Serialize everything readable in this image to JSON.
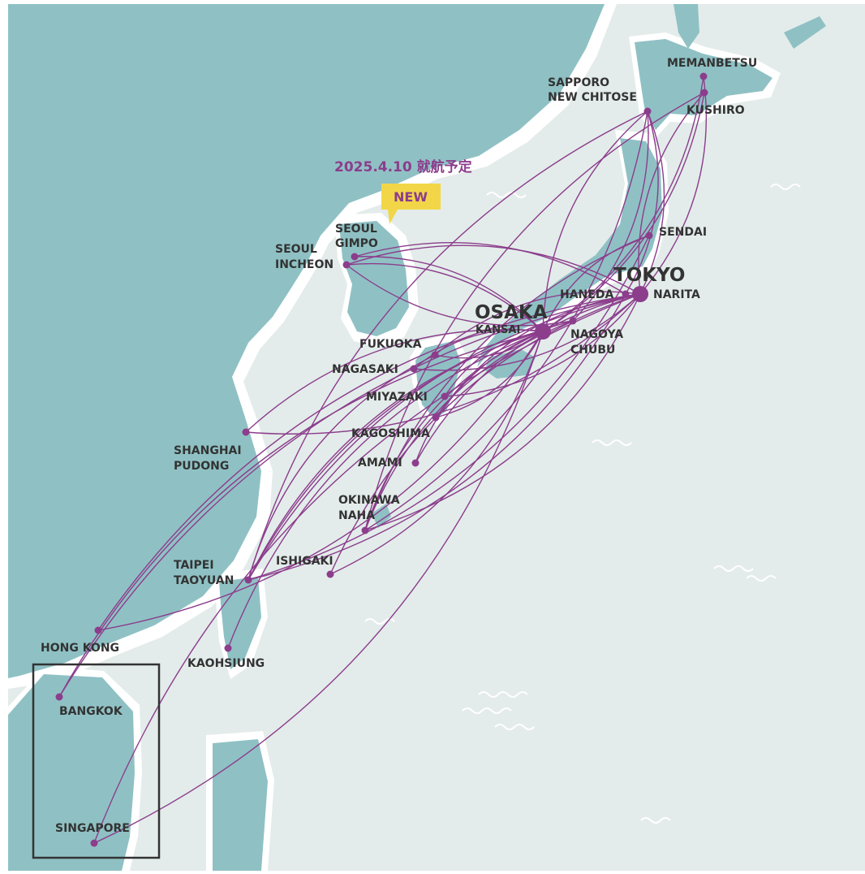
{
  "colors": {
    "sea": "#e3ecea",
    "land": "#8fc1c4",
    "coast": "#ffffff",
    "route": "#8c3d8c",
    "label": "#333333",
    "badge": "#f2d648",
    "frame": "#333333"
  },
  "announcement": {
    "date_text": "2025.4.10 就航予定",
    "badge_text": "NEW"
  },
  "hubs": {
    "osaka": {
      "title": "OSAKA",
      "subtitle": "KANSAI"
    },
    "tokyo": {
      "title": "TOKYO",
      "subtitle": "NARITA"
    }
  },
  "airports": {
    "memanbetsu": {
      "line1": "MEMANBETSU"
    },
    "sapporo": {
      "line1": "SAPPORO",
      "line2": "NEW CHITOSE"
    },
    "kushiro": {
      "line1": "KUSHIRO"
    },
    "sendai": {
      "line1": "SENDAI"
    },
    "haneda": {
      "line1": "HANEDA"
    },
    "nagoya": {
      "line1": "NAGOYA",
      "line2": "CHUBU"
    },
    "seoul_gimpo": {
      "line1": "SEOUL",
      "line2": "GIMPO"
    },
    "seoul_incheon": {
      "line1": "SEOUL",
      "line2": "INCHEON"
    },
    "fukuoka": {
      "line1": "FUKUOKA"
    },
    "nagasaki": {
      "line1": "NAGASAKI"
    },
    "miyazaki": {
      "line1": "MIYAZAKI"
    },
    "kagoshima": {
      "line1": "KAGOSHIMA"
    },
    "amami": {
      "line1": "AMAMI"
    },
    "shanghai": {
      "line1": "SHANGHAI",
      "line2": "PUDONG"
    },
    "okinawa": {
      "line1": "OKINAWA",
      "line2": "NAHA"
    },
    "ishigaki": {
      "line1": "ISHIGAKI"
    },
    "taipei": {
      "line1": "TAIPEI",
      "line2": "TAOYUAN"
    },
    "hongkong": {
      "line1": "HONG KONG"
    },
    "kaohsiung": {
      "line1": "KAOHSIUNG"
    },
    "bangkok": {
      "line1": "BANGKOK"
    },
    "singapore": {
      "line1": "SINGAPORE"
    }
  },
  "routes": [
    [
      "osaka",
      "sapporo"
    ],
    [
      "osaka",
      "memanbetsu"
    ],
    [
      "osaka",
      "kushiro"
    ],
    [
      "osaka",
      "sendai"
    ],
    [
      "osaka",
      "seoul_gimpo"
    ],
    [
      "osaka",
      "seoul_incheon"
    ],
    [
      "osaka",
      "fukuoka"
    ],
    [
      "osaka",
      "nagasaki"
    ],
    [
      "osaka",
      "miyazaki"
    ],
    [
      "osaka",
      "kagoshima"
    ],
    [
      "osaka",
      "amami"
    ],
    [
      "osaka",
      "okinawa"
    ],
    [
      "osaka",
      "ishigaki"
    ],
    [
      "osaka",
      "taipei"
    ],
    [
      "osaka",
      "kaohsiung"
    ],
    [
      "osaka",
      "hongkong"
    ],
    [
      "osaka",
      "bangkok"
    ],
    [
      "osaka",
      "shanghai"
    ],
    [
      "osaka",
      "singapore"
    ],
    [
      "tokyo",
      "sapporo"
    ],
    [
      "tokyo",
      "memanbetsu"
    ],
    [
      "tokyo",
      "kushiro"
    ],
    [
      "tokyo",
      "seoul_incheon"
    ],
    [
      "tokyo",
      "fukuoka"
    ],
    [
      "tokyo",
      "nagasaki"
    ],
    [
      "tokyo",
      "kagoshima"
    ],
    [
      "tokyo",
      "amami"
    ],
    [
      "tokyo",
      "okinawa"
    ],
    [
      "tokyo",
      "ishigaki"
    ],
    [
      "tokyo",
      "taipei"
    ],
    [
      "tokyo",
      "shanghai"
    ],
    [
      "tokyo",
      "bangkok"
    ],
    [
      "tokyo",
      "singapore"
    ],
    [
      "tokyo",
      "miyazaki"
    ],
    [
      "tokyo",
      "hongkong"
    ],
    [
      "haneda",
      "seoul_gimpo"
    ],
    [
      "haneda",
      "taipei"
    ],
    [
      "haneda",
      "sapporo"
    ],
    [
      "nagoya",
      "sapporo"
    ],
    [
      "nagoya",
      "seoul_incheon"
    ],
    [
      "nagoya",
      "okinawa"
    ],
    [
      "nagoya",
      "taipei"
    ],
    [
      "sendai",
      "taipei"
    ],
    [
      "sendai",
      "okinawa"
    ],
    [
      "sapporo",
      "taipei"
    ],
    [
      "sapporo",
      "okinawa"
    ],
    [
      "fukuoka",
      "taipei"
    ],
    [
      "kushiro",
      "okinawa"
    ]
  ]
}
